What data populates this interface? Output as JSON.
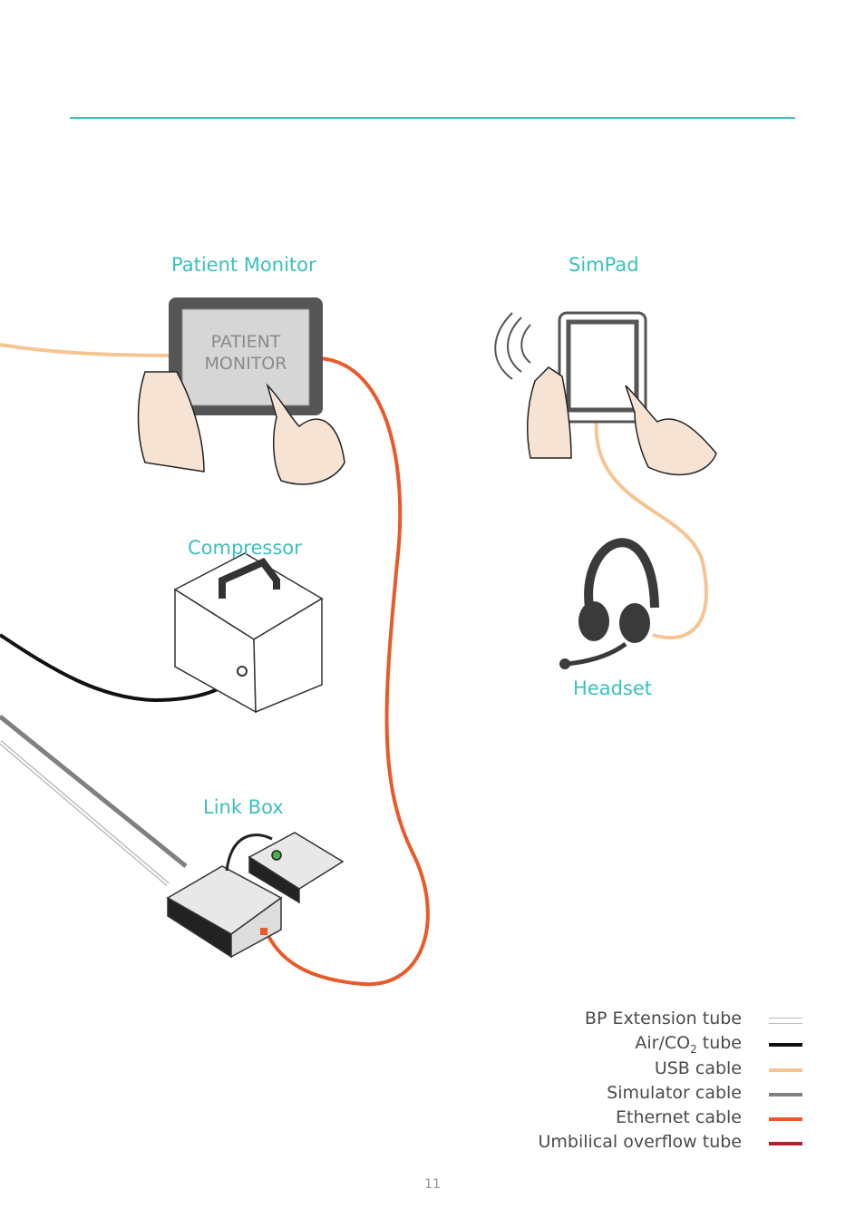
{
  "colors": {
    "accent": "#3bbfbf",
    "bp_extension": "#bdbdbd",
    "air_co2": "#111111",
    "usb": "#f4c592",
    "simulator": "#808080",
    "ethernet": "#e85a2a",
    "umbilical": "#b5202e"
  },
  "labels": {
    "patient_monitor": "Patient Monitor",
    "simpad": "SimPad",
    "compressor": "Compressor",
    "headset": "Headset",
    "link_box": "Link Box"
  },
  "screen": {
    "line1": "PATIENT",
    "line2": "MONITOR"
  },
  "legend": {
    "bp_extension": "BP Extension tube",
    "air_prefix": "Air/CO",
    "air_sub": "2",
    "air_suffix": " tube",
    "usb": "USB cable",
    "simulator": "Simulator cable",
    "ethernet": "Ethernet cable",
    "umbilical": "Umbilical overflow tube"
  },
  "page_number": "11"
}
